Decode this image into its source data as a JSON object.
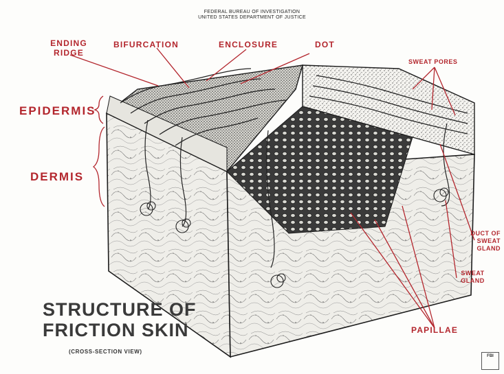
{
  "header": {
    "line1": "FEDERAL BUREAU OF INVESTIGATION",
    "line2": "UNITED STATES DEPARTMENT OF JUSTICE"
  },
  "labels": {
    "ending_ridge_1": "ENDING",
    "ending_ridge_2": "RIDGE",
    "bifurcation": "BIFURCATION",
    "enclosure": "ENCLOSURE",
    "dot": "DOT",
    "sweat_pores": "SWEAT PORES",
    "epidermis": "EPIDERMIS",
    "dermis": "DERMIS",
    "duct_1": "DUCT OF",
    "duct_2": "SWEAT",
    "duct_3": "GLAND",
    "gland_1": "SWEAT",
    "gland_2": "GLAND",
    "papillae": "PAPILLAE"
  },
  "title": {
    "line1": "STRUCTURE OF",
    "line2": "FRICTION SKIN",
    "subtitle": "(CROSS-SECTION VIEW)"
  },
  "seal": {
    "text": "FBI"
  },
  "colors": {
    "accent": "#b3262d",
    "ink": "#1c1c1c"
  }
}
